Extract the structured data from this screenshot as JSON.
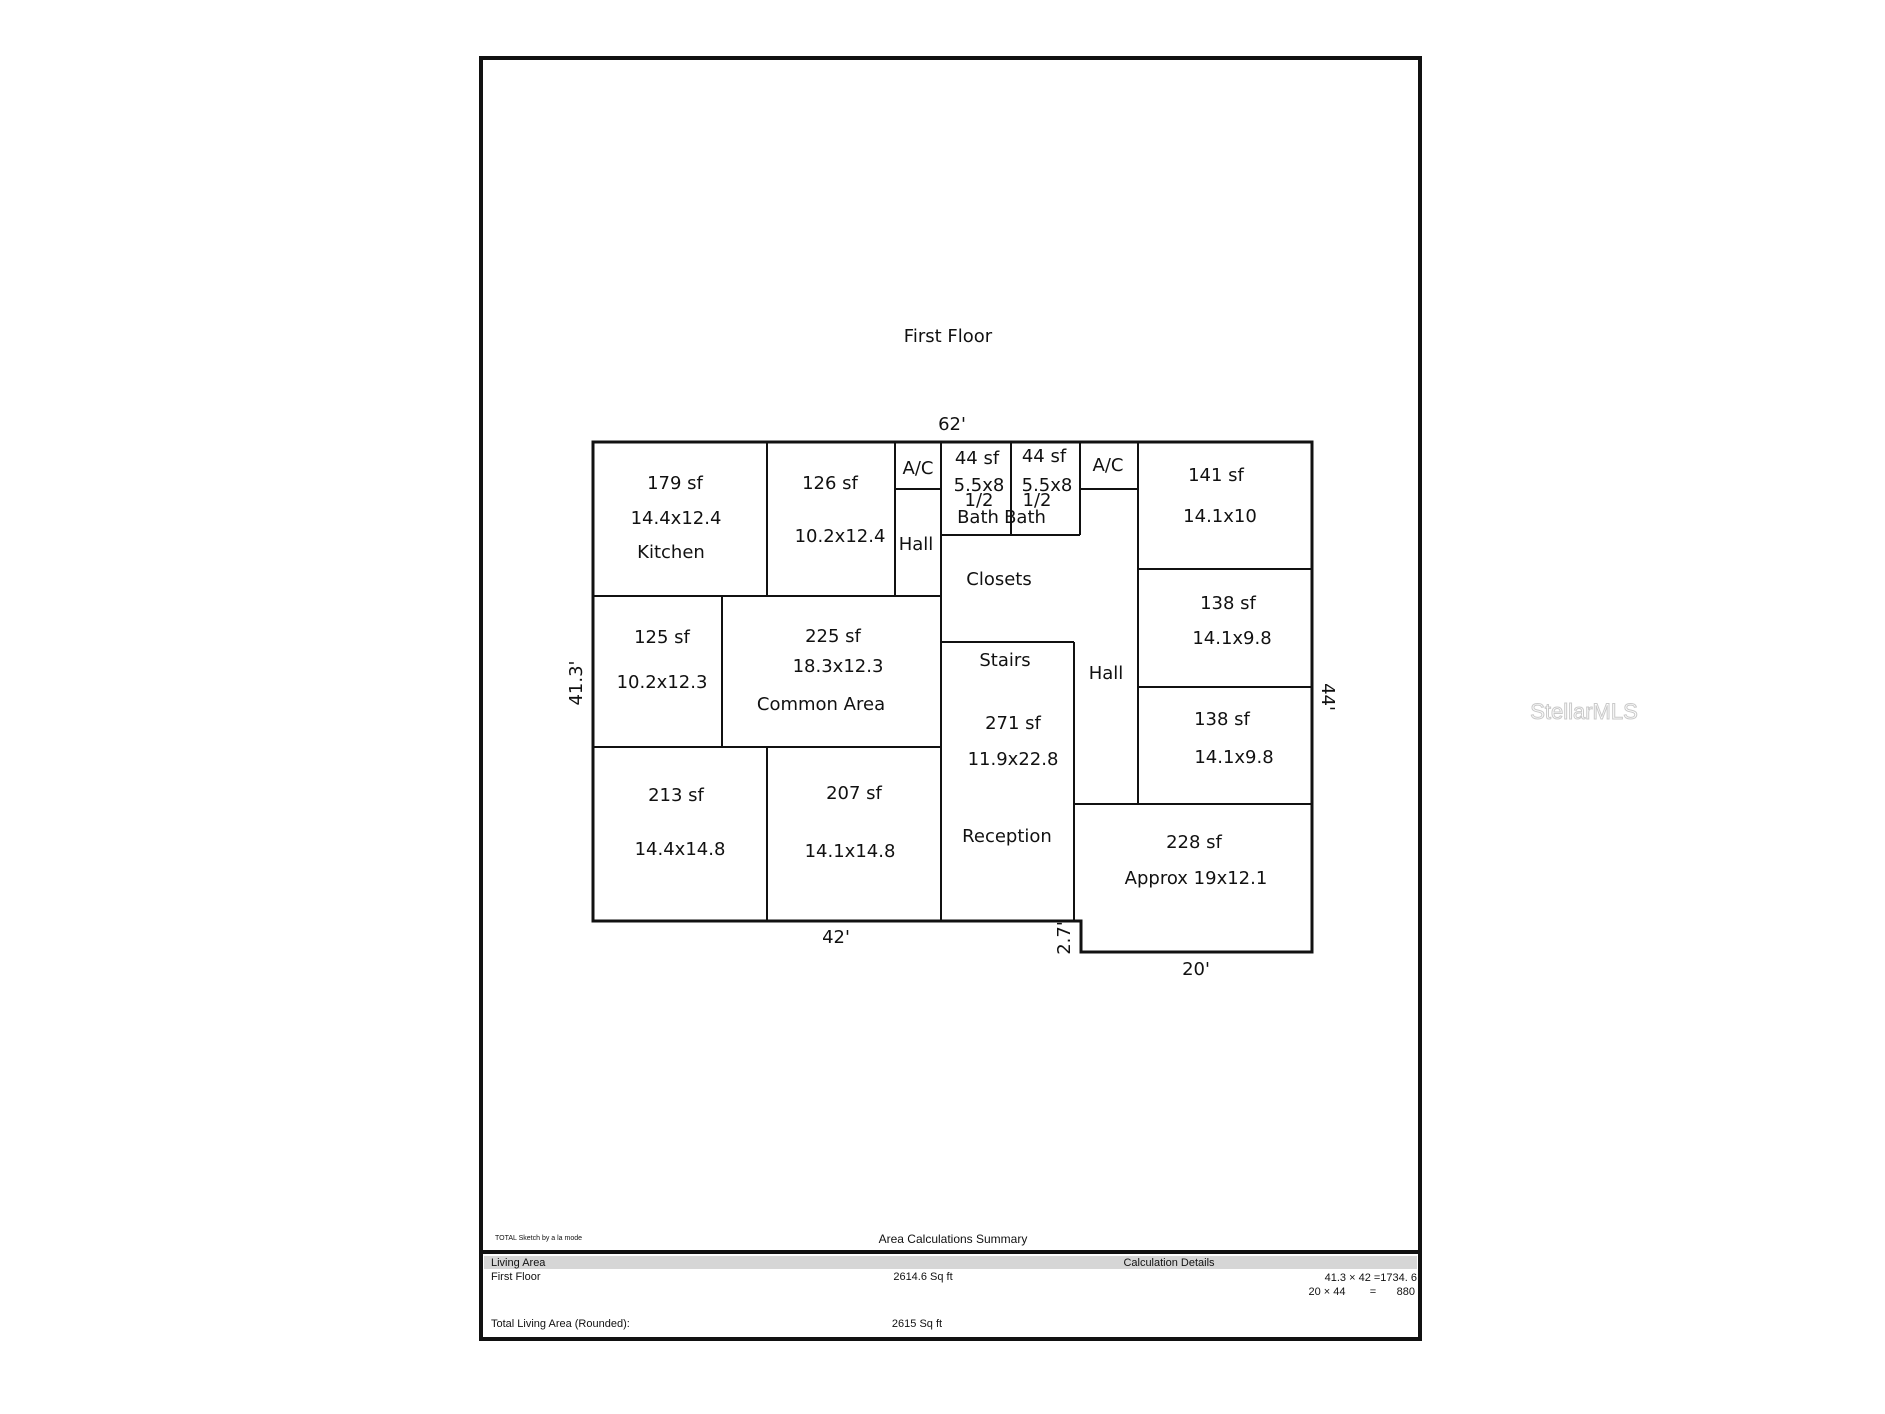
{
  "page": {
    "floor_title": "First Floor",
    "watermark": "StellarMLS",
    "software_note": "TOTAL Sketch by a la mode"
  },
  "dimensions": {
    "top": "62'",
    "left": "41.3'",
    "right": "44'",
    "bottom_left": "42'",
    "step": "2.7'",
    "bottom_right": "20'"
  },
  "rooms": {
    "kitchen": {
      "area": "179 sf",
      "size": "14.4x12.4",
      "name": "Kitchen"
    },
    "room_126": {
      "area": "126 sf",
      "size": "10.2x12.4"
    },
    "ac_left": {
      "name": "A/C"
    },
    "hall_left": {
      "name": "Hall"
    },
    "half_bath_1": {
      "area": "44 sf",
      "size": "5.5x8",
      "fraction": "1/2",
      "name": "Bath"
    },
    "half_bath_2": {
      "area": "44 sf",
      "size": "5.5x8",
      "fraction": "1/2",
      "name": "Bath"
    },
    "ac_right": {
      "name": "A/C"
    },
    "room_141": {
      "area": "141 sf",
      "size": "14.1x10"
    },
    "closets": {
      "name": "Closets"
    },
    "room_125": {
      "area": "125 sf",
      "size": "10.2x12.3"
    },
    "common_area": {
      "area": "225 sf",
      "size": "18.3x12.3",
      "name": "Common Area"
    },
    "stairs": {
      "name": "Stairs"
    },
    "reception": {
      "area": "271 sf",
      "size": "11.9x22.8",
      "name": "Reception"
    },
    "hall_right": {
      "name": "Hall"
    },
    "room_138a": {
      "area": "138 sf",
      "size": "14.1x9.8"
    },
    "room_138b": {
      "area": "138 sf",
      "size": "14.1x9.8"
    },
    "room_213": {
      "area": "213 sf",
      "size": "14.4x14.8"
    },
    "room_207": {
      "area": "207 sf",
      "size": "14.1x14.8"
    },
    "room_228": {
      "area": "228 sf",
      "size": "Approx 19x12.1"
    }
  },
  "summary": {
    "heading": "Area Calculations Summary",
    "col_left": "Living Area",
    "col_right": "Calculation Details",
    "floor_label": "First Floor",
    "floor_value": "2614.6 Sq ft",
    "calc_line1": "41.3 × 42 =1734. 6",
    "calc_line2_a": "20 × 44",
    "calc_line2_eq": "=",
    "calc_line2_b": "880",
    "total_label": "Total Living Area (Rounded):",
    "total_value": "2615 Sq ft"
  }
}
